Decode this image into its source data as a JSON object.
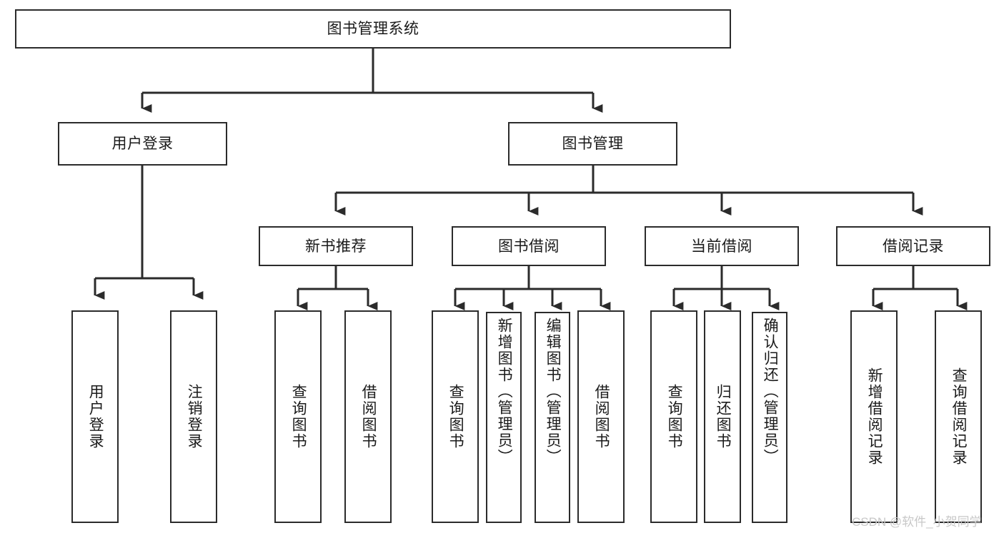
{
  "diagram": {
    "type": "tree-hierarchy",
    "title": "图书管理系统",
    "watermark": "CSDN @软件_小贺同学",
    "colors": {
      "background": "#ffffff",
      "box_border": "#2b2b2b",
      "box_fill": "#ffffff",
      "text": "#1a1a1a",
      "connector": "#2b2b2b",
      "watermark": "#c8c8c8"
    },
    "root": {
      "id": "root",
      "label": "图书管理系统"
    },
    "level2": [
      {
        "id": "user-login",
        "label": "用户登录"
      },
      {
        "id": "book-management",
        "label": "图书管理"
      }
    ],
    "level3": [
      {
        "id": "new-book-recommend",
        "label": "新书推荐",
        "parent": "book-management"
      },
      {
        "id": "book-borrow",
        "label": "图书借阅",
        "parent": "book-management"
      },
      {
        "id": "current-borrow",
        "label": "当前借阅",
        "parent": "book-management"
      },
      {
        "id": "borrow-record",
        "label": "借阅记录",
        "parent": "book-management"
      }
    ],
    "leaves": [
      {
        "id": "leaf-user-login",
        "label": "用户登录",
        "parent": "user-login"
      },
      {
        "id": "leaf-logout-login",
        "label": "注销登录",
        "parent": "user-login"
      },
      {
        "id": "leaf-query-book-1",
        "label": "查询图书",
        "parent": "new-book-recommend"
      },
      {
        "id": "leaf-borrow-book-1",
        "label": "借阅图书",
        "parent": "new-book-recommend"
      },
      {
        "id": "leaf-query-book-2",
        "label": "查询图书",
        "parent": "book-borrow"
      },
      {
        "id": "leaf-add-book",
        "label": "新增图书（管理员）",
        "parent": "book-borrow"
      },
      {
        "id": "leaf-edit-book",
        "label": "编辑图书（管理员）",
        "parent": "book-borrow"
      },
      {
        "id": "leaf-borrow-book-2",
        "label": "借阅图书",
        "parent": "book-borrow"
      },
      {
        "id": "leaf-query-book-3",
        "label": "查询图书",
        "parent": "current-borrow"
      },
      {
        "id": "leaf-return-book",
        "label": "归还图书",
        "parent": "current-borrow"
      },
      {
        "id": "leaf-confirm-return",
        "label": "确认归还（管理员）",
        "parent": "current-borrow"
      },
      {
        "id": "leaf-add-record",
        "label": "新增借阅记录",
        "parent": "borrow-record"
      },
      {
        "id": "leaf-query-record",
        "label": "查询借阅记录",
        "parent": "borrow-record"
      }
    ]
  }
}
